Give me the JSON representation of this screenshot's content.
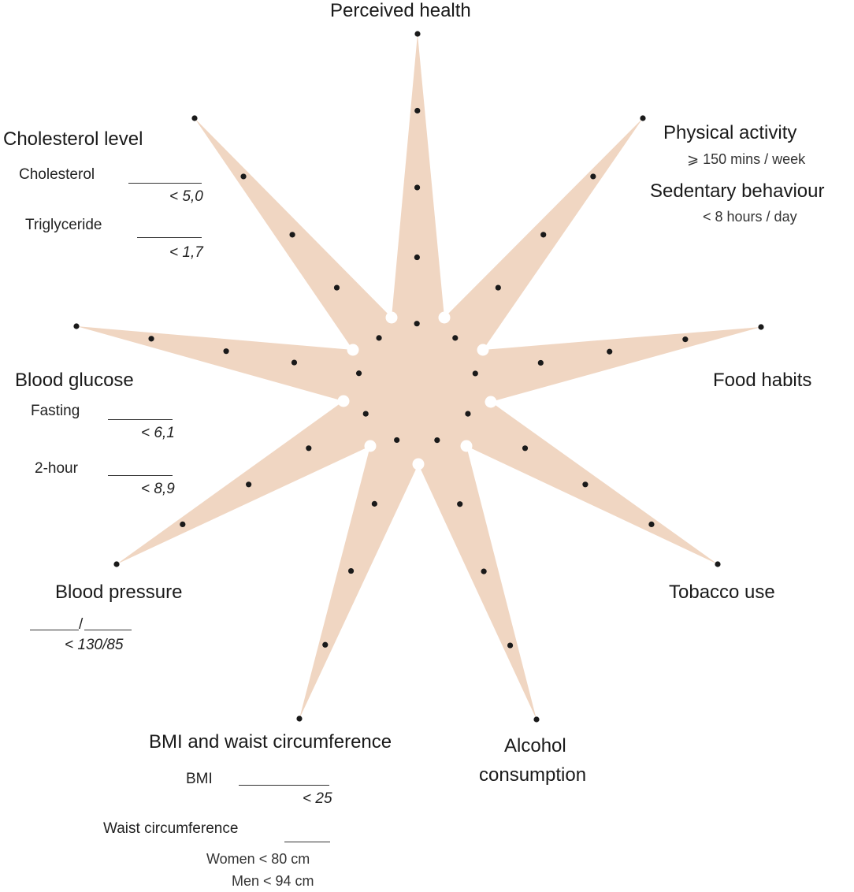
{
  "colors": {
    "star_fill": "#f0d6c2",
    "dot": "#1a1a1a",
    "center_marker": "#ffffff"
  },
  "axes": [
    {
      "id": "perceived-health",
      "title": "Perceived health"
    },
    {
      "id": "physical-activity",
      "title": "Physical activity",
      "targets": [
        "⩾ 150 mins / week"
      ]
    },
    {
      "id": "sedentary-behaviour",
      "title": "Sedentary behaviour",
      "targets": [
        "< 8 hours / day"
      ]
    },
    {
      "id": "food-habits",
      "title": "Food habits"
    },
    {
      "id": "tobacco-use",
      "title": "Tobacco use"
    },
    {
      "id": "alcohol-consumption",
      "title_lines": [
        "Alcohol",
        "consumption"
      ]
    },
    {
      "id": "bmi-waist",
      "title": "BMI and waist circumference"
    },
    {
      "id": "blood-pressure",
      "title": "Blood pressure"
    },
    {
      "id": "blood-glucose",
      "title": "Blood glucose"
    },
    {
      "id": "cholesterol-level",
      "title": "Cholesterol level"
    }
  ],
  "cholesterol": {
    "title": "Cholesterol level",
    "items": [
      {
        "label": "Cholesterol",
        "target": "< 5,0"
      },
      {
        "label": "Triglyceride",
        "target": "< 1,7"
      }
    ]
  },
  "glucose": {
    "title": "Blood glucose",
    "items": [
      {
        "label": "Fasting",
        "target": "< 6,1"
      },
      {
        "label": "2-hour",
        "target": "< 8,9"
      }
    ]
  },
  "blood_pressure": {
    "title": "Blood pressure",
    "slash": "/",
    "target": "< 130/85"
  },
  "bmi": {
    "title": "BMI and waist circumference",
    "bmi_label": "BMI",
    "bmi_target": "< 25",
    "waist_label": "Waist circumference",
    "women": "Women < 80 cm",
    "men": "Men < 94 cm"
  },
  "physical": {
    "title": "Physical activity",
    "target": "⩾ 150 mins / week"
  },
  "sedentary": {
    "title": "Sedentary behaviour",
    "target": "< 8 hours / day"
  },
  "perceived": {
    "title": "Perceived health"
  },
  "food": {
    "title": "Food habits"
  },
  "tobacco": {
    "title": "Tobacco use"
  },
  "alcohol": {
    "line1": "Alcohol",
    "line2": "consumption"
  }
}
